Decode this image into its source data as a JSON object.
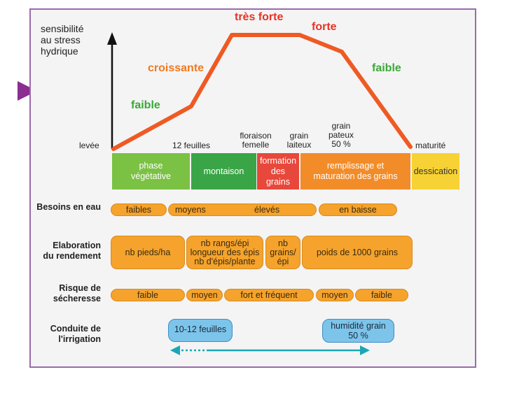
{
  "y_axis_title": [
    "sensibilité",
    "au stress",
    "hydrique"
  ],
  "intensity": {
    "faible_left": "faible",
    "croissante": "croissante",
    "tres_forte": "très forte",
    "forte": "forte",
    "faible_right": "faible"
  },
  "stages": {
    "levee": "levée",
    "douze_feuilles": "12 feuilles",
    "floraison": [
      "floraison",
      "femelle"
    ],
    "grain_laiteux": [
      "grain",
      "laiteux"
    ],
    "grain_pateux": [
      "grain",
      "pateux",
      "50 %"
    ],
    "maturite": "maturité"
  },
  "phases": {
    "vegetative": [
      "phase",
      "végétative"
    ],
    "montaison": "montaison",
    "formation": [
      "formation",
      "des",
      "grains"
    ],
    "remplissage": [
      "remplissage et",
      "maturation des grains"
    ],
    "dessication": "dessication"
  },
  "rows": {
    "besoins": {
      "label": [
        "Besoins en eau"
      ],
      "items": [
        "faibles",
        "moyens",
        "élevés",
        "en baisse"
      ]
    },
    "elaboration": {
      "label": [
        "Elaboration",
        "du rendement"
      ],
      "items": {
        "pieds": "nb pieds/ha",
        "rangs": [
          "nb rangs/épi",
          "longueur des épis",
          "nb d'épis/plante"
        ],
        "grains": [
          "nb",
          "grains/",
          "épi"
        ],
        "poids": "poids de 1000 grains"
      }
    },
    "risque": {
      "label": [
        "Risque de",
        "sécheresse"
      ],
      "items": [
        "faible",
        "moyen",
        "fort et fréquent",
        "moyen",
        "faible"
      ]
    },
    "irrigation": {
      "label": [
        "Conduite de",
        "l'irrigation"
      ],
      "start": "10-12 feuilles",
      "end": [
        "humidité grain",
        "50 %"
      ]
    }
  },
  "colors": {
    "curve": "#ef5a23",
    "green_text": "#3aa935",
    "orange_text": "#f07a1e",
    "red_text": "#e63323",
    "vegetative": "#7bc143",
    "montaison": "#3aa546",
    "formation": "#e8473b",
    "remplissage": "#f28c28",
    "dessication": "#f7d234",
    "pill": "#f5a32c",
    "irrigation_box": "#7cc4ea",
    "irrigation_arrow": "#1aa7b5"
  },
  "sensitivity_curve": [
    {
      "stage": "levée",
      "level": "faible"
    },
    {
      "stage": "12 feuilles",
      "level": "croissante"
    },
    {
      "stage": "floraison femelle",
      "level": "très forte"
    },
    {
      "stage": "grain laiteux",
      "level": "très forte"
    },
    {
      "stage": "grain pateux 50 %",
      "level": "forte"
    },
    {
      "stage": "maturité",
      "level": "faible"
    }
  ]
}
